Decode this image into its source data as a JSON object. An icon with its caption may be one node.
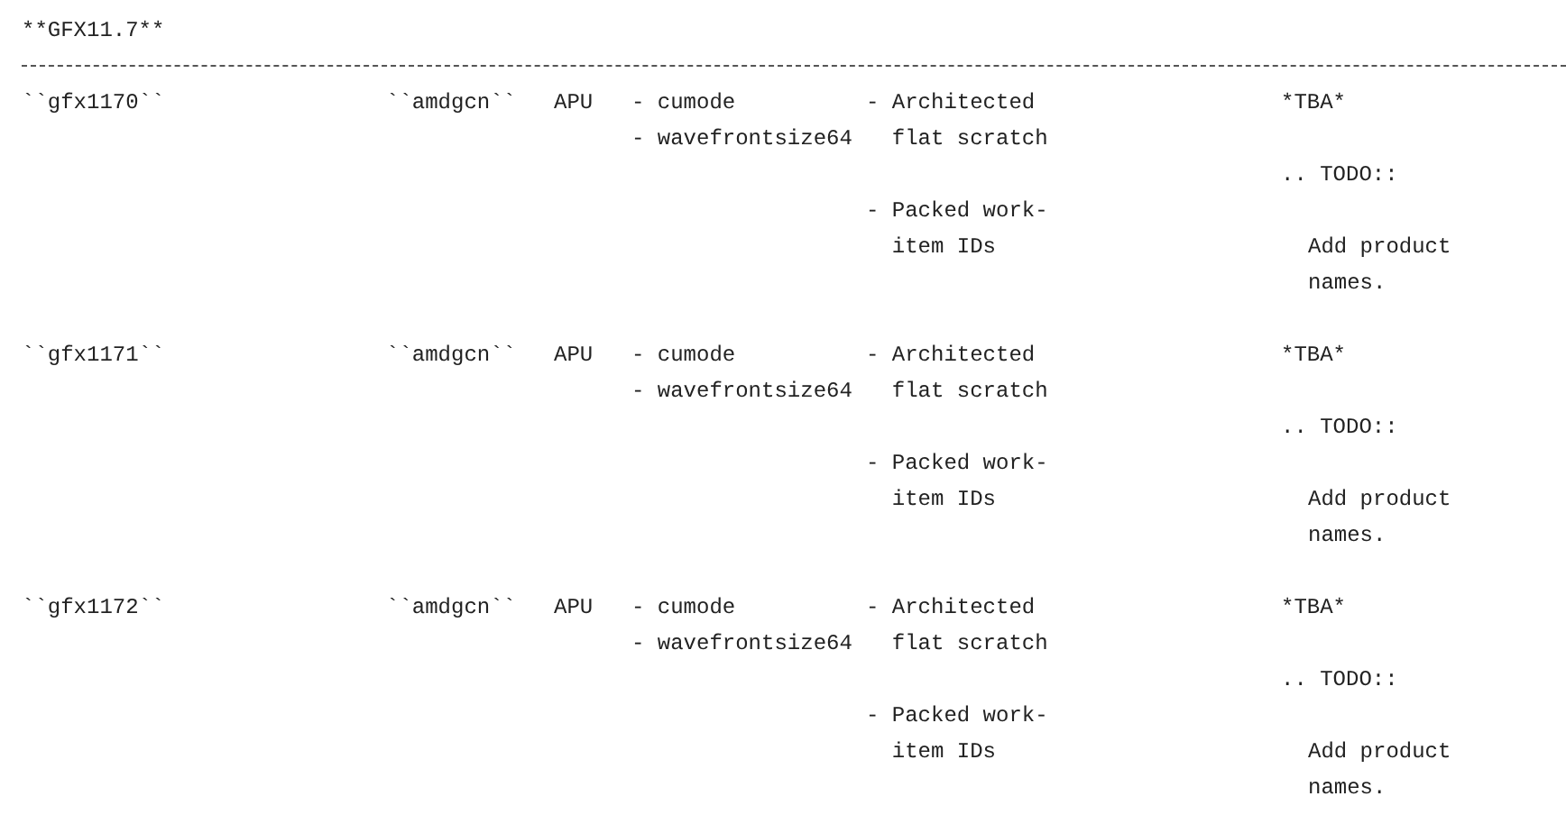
{
  "diagram": {
    "title": "**GFX11.7**",
    "labels": [
      "``gfx1170``",
      "``amdgcn``",
      "APU",
      "- cumode",
      "- wavefrontsize64",
      "- Architected flat scratch",
      "- Packed work-item IDs",
      "*TBA*",
      ".. TODO::",
      "Add product names.",
      "``gfx1171``",
      "``amdgcn``",
      "APU",
      "- cumode",
      "- wavefrontsize64",
      "- Architected flat scratch",
      "- Packed work-item IDs",
      "*TBA*",
      ".. TODO::",
      "Add product names.",
      "``gfx1172``",
      "``amdgcn``",
      "APU",
      "- cumode",
      "- wavefrontsize64",
      "- Architected flat scratch",
      "- Packed work-item IDs",
      "*TBA*",
      ".. TODO::",
      "Add product names."
    ]
  }
}
